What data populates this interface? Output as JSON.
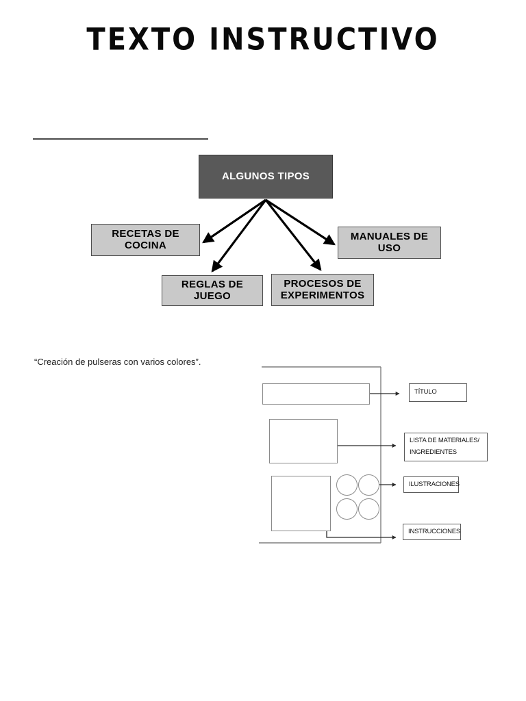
{
  "document": {
    "title": "TEXTO INSTRUCTIVO",
    "caption": "“Creación de pulseras con varios colores”."
  },
  "flowchart": {
    "root": {
      "label": "ALGUNOS TIPOS",
      "fill": "#595959",
      "text_color": "#ffffff"
    },
    "branches": [
      {
        "id": "recetas",
        "label": "RECETAS DE COCINA",
        "fill": "#c9c9c9",
        "text_color": "#000000"
      },
      {
        "id": "manuales",
        "label": "MANUALES DE USO",
        "fill": "#c9c9c9",
        "text_color": "#000000"
      },
      {
        "id": "reglas",
        "label": "REGLAS DE JUEGO",
        "fill": "#c9c9c9",
        "text_color": "#000000"
      },
      {
        "id": "procesos",
        "label": "PROCESOS DE EXPERIMENTOS",
        "fill": "#c9c9c9",
        "text_color": "#000000"
      }
    ]
  },
  "mockup": {
    "callouts": [
      {
        "id": "titulo",
        "label": "TÍTULO"
      },
      {
        "id": "materiales",
        "line1": "LISTA DE MATERIALES/",
        "line2": "INGREDIENTES"
      },
      {
        "id": "ilustra",
        "label": "ILUSTRACIONES"
      },
      {
        "id": "instruc",
        "label": "INSTRUCCIONES"
      }
    ]
  },
  "colors": {
    "page_background": "#ffffff",
    "dark_box": "#595959",
    "light_box": "#c9c9c9",
    "line": "#8a8a8a",
    "ink": "#000000"
  }
}
